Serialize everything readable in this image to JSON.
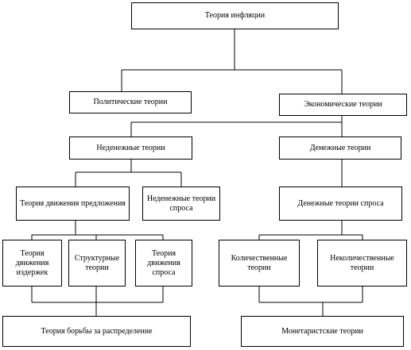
{
  "nodes": {
    "root": "Теория инфляции",
    "political": "Политические теории",
    "economic": "Экономические теории",
    "nonmonetary": "Неденежные теории",
    "monetary": "Денежные теории",
    "supply_theories": "Теория движения предложения",
    "nonmonetary_demand": "Неденежные теории спроса",
    "monetary_demand": "Денежные теории спроса",
    "cost_push": "Теория движения издержек",
    "structural": "Структурные теории",
    "demand_pull": "Теория движения спроса",
    "quantitative": "Количественные теории",
    "nonquantitative": "Неколичественные теории",
    "distribution_struggle": "Теория борьбы за распределение",
    "monetarist": "Монетаристские теории"
  }
}
